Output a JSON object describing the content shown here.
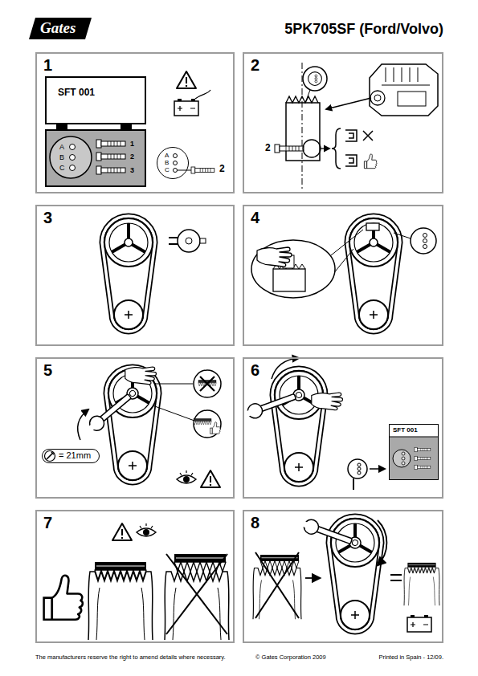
{
  "diagram": {
    "title": "5PK705SF (Ford/Volvo)",
    "nodes": [
      {
        "text": [
          "1"
        ]
      },
      {
        "text": [
          "2"
        ]
      },
      {
        "text": [
          "3"
        ]
      },
      {
        "text": [
          "4"
        ]
      },
      {
        "text": [
          "5"
        ]
      },
      {
        "text": [
          "6"
        ]
      },
      {
        "text": [
          "7"
        ]
      },
      {
        "text": [
          "8"
        ]
      },
      {
        "text": [
          "SFT 001"
        ],
        "in": 0
      },
      {
        "text": [
          "A",
          "B",
          "C",
          "1",
          "2",
          "3"
        ],
        "in": 0
      },
      {
        "text": [
          "A",
          "B",
          "C"
        ],
        "in": 0
      },
      {
        "text": [
          "= 21mm"
        ],
        "in": 4
      },
      {
        "text": [
          "SFT 001"
        ],
        "in": 5
      }
    ],
    "labels": [
      "Gates",
      "2",
      "2",
      "The manufacturers reserve the right to amend details where necessary.",
      "© Gates Corporation 2009",
      "Printed in Spain - 12/09."
    ]
  }
}
